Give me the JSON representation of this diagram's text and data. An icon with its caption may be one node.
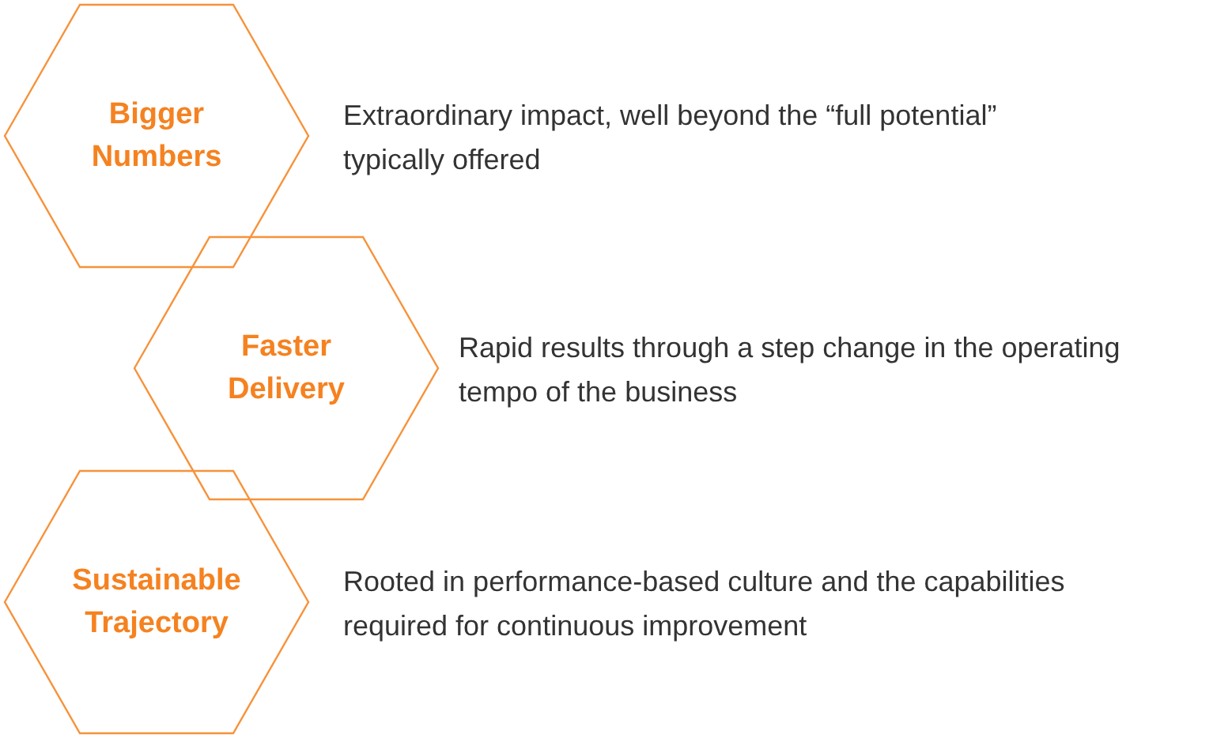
{
  "diagram": {
    "nodes": [
      {
        "text": [
          "Bigger Numbers"
        ],
        "beside": [
          "Extraordinary impact, well beyond the “full potential” typically offered"
        ]
      },
      {
        "text": [
          "Faster Delivery"
        ],
        "beside": [
          "Rapid results through a step change in the operating tempo of the business"
        ]
      },
      {
        "text": [
          "Sustainable Trajectory"
        ],
        "beside": [
          "Rooted in performance-based culture and the capabilities required for continuous improvement"
        ]
      }
    ],
    "edges": []
  }
}
